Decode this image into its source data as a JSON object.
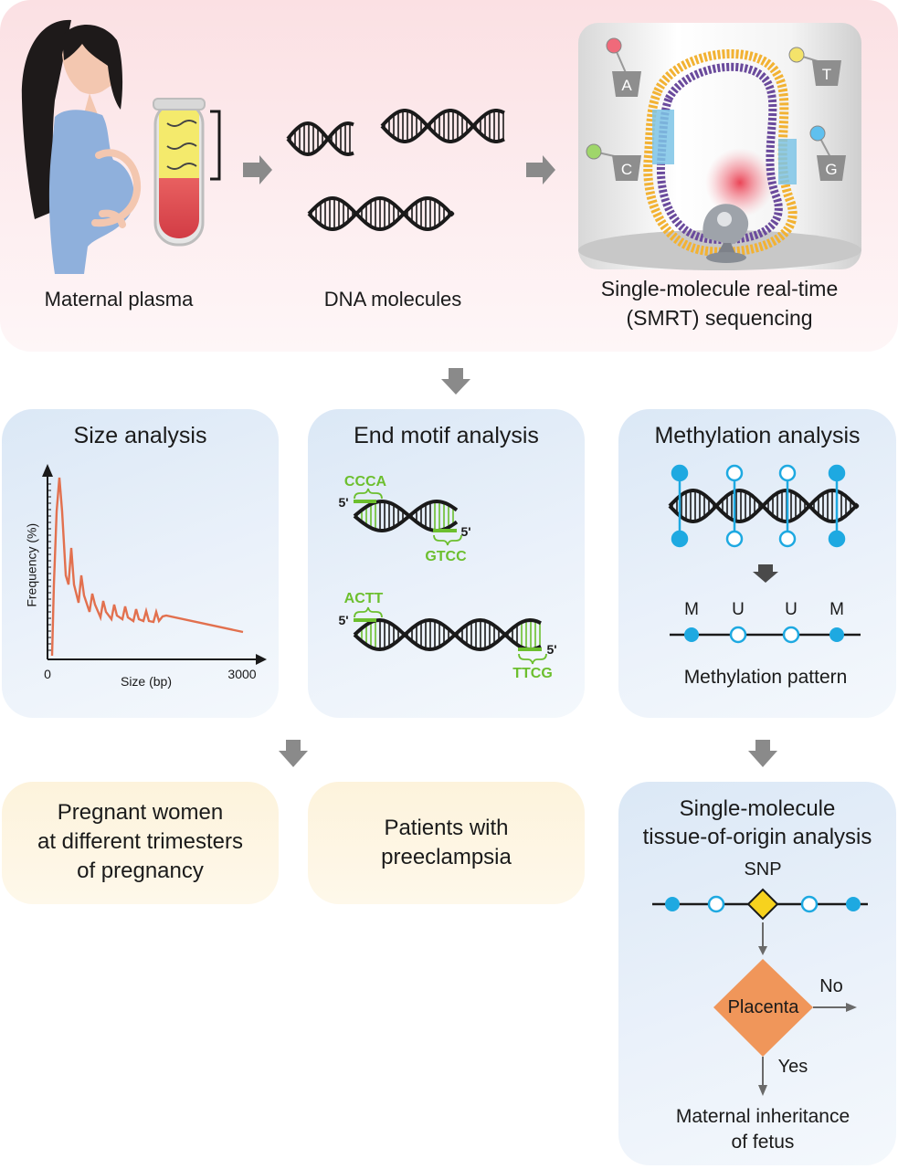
{
  "top": {
    "maternal_plasma": "Maternal plasma",
    "dna_molecules": "DNA molecules",
    "smrt_line1": "Single-molecule real-time",
    "smrt_line2": "(SMRT) sequencing",
    "bases": [
      "A",
      "T",
      "C",
      "G"
    ]
  },
  "size_analysis": {
    "title": "Size analysis",
    "ylabel": "Frequency (%)",
    "xlabel": "Size (bp)",
    "x_min": "0",
    "x_max": "3000"
  },
  "end_motif": {
    "title": "End motif analysis",
    "motif1_top": "CCCA",
    "motif1_bottom": "GTCC",
    "motif2_top": "ACTT",
    "motif2_bottom": "TTCG",
    "five_prime": "5'"
  },
  "methylation": {
    "title": "Methylation analysis",
    "pattern_letters": [
      "M",
      "U",
      "U",
      "M"
    ],
    "pattern_caption": "Methylation pattern"
  },
  "outcomes": {
    "trimesters_line1": "Pregnant women",
    "trimesters_line2": "at different trimesters",
    "trimesters_line3": "of pregnancy",
    "preeclampsia_line1": "Patients with",
    "preeclampsia_line2": "preeclampsia"
  },
  "tissue_origin": {
    "title_line1": "Single-molecule",
    "title_line2": "tissue-of-origin analysis",
    "snp": "SNP",
    "decision": "Placenta",
    "no": "No",
    "yes": "Yes",
    "result_line1": "Maternal inheritance",
    "result_line2": "of fetus"
  },
  "colors": {
    "pink_panel": "#fbe0e3",
    "blue_panel": "#dbe8f6",
    "cream_panel": "#fdf3dc",
    "curve": "#e2704e",
    "motif_green": "#6cbf2e",
    "methyl_blue": "#1ea9e1",
    "diamond_orange": "#f0965a",
    "snp_yellow": "#f7d21e",
    "arrow_gray": "#8a8a8a"
  }
}
